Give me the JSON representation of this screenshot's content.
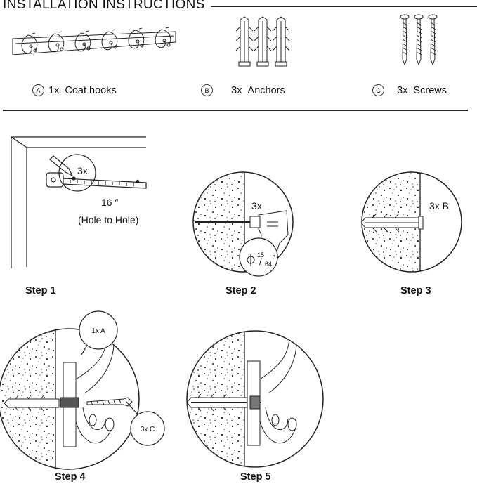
{
  "header": {
    "title": "INSTALLATION INSTRUCTIONS"
  },
  "parts": [
    {
      "letter": "A",
      "qty": "1x",
      "name": "Coat hooks"
    },
    {
      "letter": "B",
      "qty": "3x",
      "name": "Anchors"
    },
    {
      "letter": "C",
      "qty": "3x",
      "name": "Screws"
    }
  ],
  "steps": {
    "step1": {
      "label": "Step 1",
      "count": "3x",
      "distance": "16 ″",
      "note": "(Hole to Hole)"
    },
    "step2": {
      "label": "Step 2",
      "count": "3x",
      "drill_num": "15",
      "drill_den": "64",
      "drill_unit": "″"
    },
    "step3": {
      "label": "Step 3",
      "count": "3x B"
    },
    "step4": {
      "label": "Step 4",
      "callout_a": "1x A",
      "callout_c": "3x C"
    },
    "step5": {
      "label": "Step 5"
    }
  }
}
